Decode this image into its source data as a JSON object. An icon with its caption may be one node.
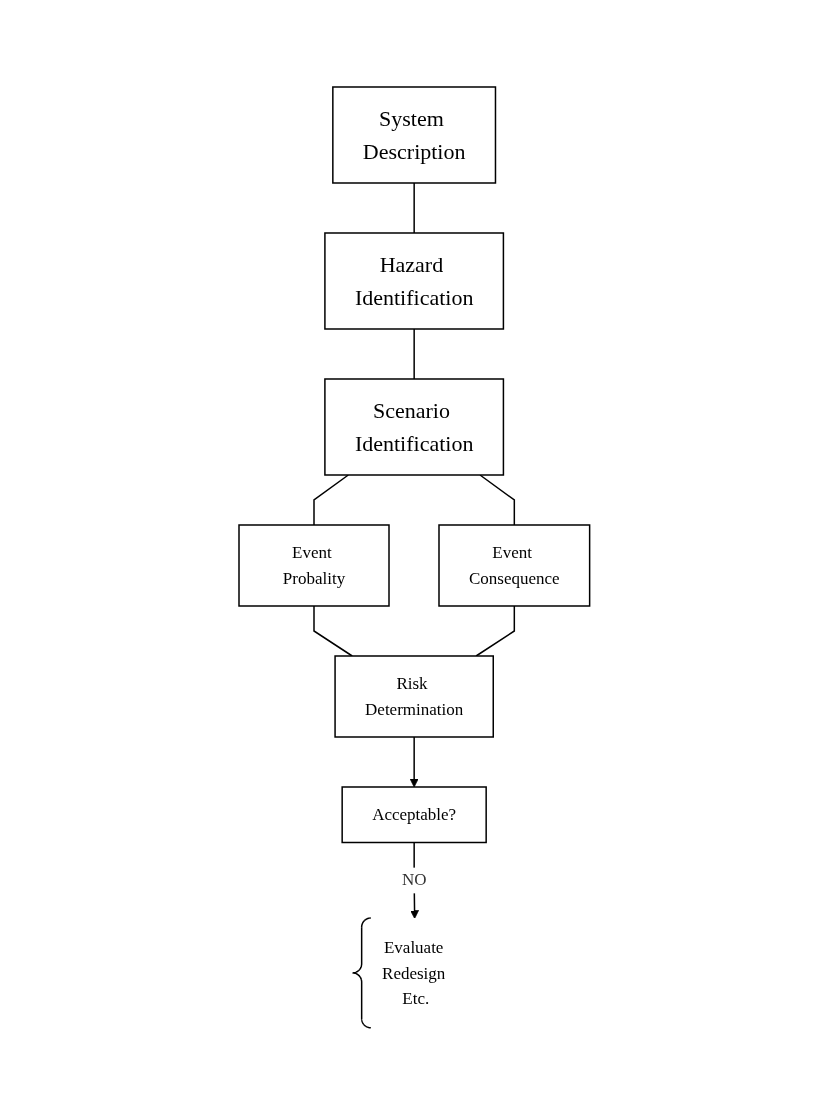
{
  "diagram": {
    "nodes": [
      {
        "text": [
          "System Description"
        ]
      },
      {
        "text": [
          "Hazard Identification"
        ]
      },
      {
        "text": [
          "Scenario Identification"
        ]
      },
      {
        "text": [
          "Event Probality"
        ]
      },
      {
        "text": [
          "Event Consequence"
        ]
      },
      {
        "text": [
          "Risk Determination"
        ]
      },
      {
        "text": [
          "Acceptable?"
        ]
      },
      {
        "text": [
          "Evaluate Redesign Etc."
        ]
      }
    ],
    "edges": [
      {
        "from": 0,
        "to": 1,
        "arrow": "none"
      },
      {
        "from": 1,
        "to": 2,
        "arrow": "none"
      },
      {
        "from": 2,
        "to": 3,
        "arrow": "none"
      },
      {
        "from": 2,
        "to": 4,
        "arrow": "none"
      },
      {
        "from": 3,
        "to": 5,
        "arrow": "none"
      },
      {
        "from": 4,
        "to": 5,
        "arrow": "none"
      },
      {
        "from": 5,
        "to": 6,
        "arrow": "to"
      },
      {
        "from": 6,
        "to": 7,
        "arrow": "to",
        "label": "NO"
      }
    ]
  }
}
